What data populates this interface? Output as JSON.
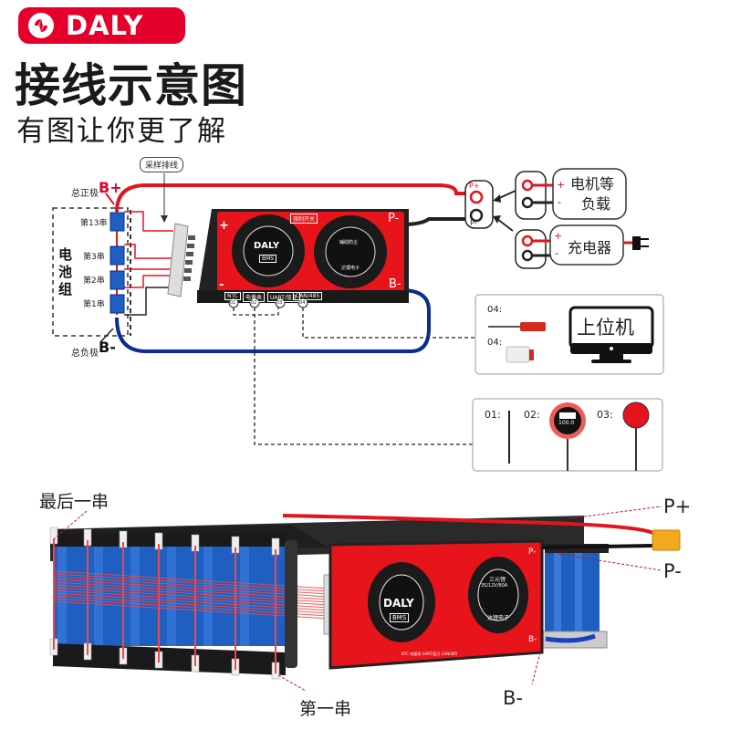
{
  "brand": {
    "name": "DALY",
    "color": "#e4002b"
  },
  "header": {
    "title": "接线示意图",
    "subtitle": "有图让你更了解"
  },
  "wiring": {
    "sample_cable_label": "采样排线",
    "positive_total": {
      "label": "总正极",
      "terminal": "B+"
    },
    "negative_total": {
      "label": "总负极",
      "terminal": "B-"
    },
    "battery_group_label": [
      "电",
      "池",
      "组"
    ],
    "cells": [
      "第13串",
      "第3串",
      "第2串",
      "第1串"
    ],
    "bms": {
      "logo_text": "DALY",
      "badge_text": "BMS",
      "switch_label": "强制开关",
      "fan_label_title": "辅助防尘",
      "fan_label_footer": "达锂电子",
      "plus_sign": "+",
      "minus_sign": "-",
      "p_minus": "P-",
      "b_minus": "B-",
      "ports": [
        {
          "num": "01",
          "label": "NTC"
        },
        {
          "num": "02",
          "label": "电量表"
        },
        {
          "num": "03",
          "label": "UART/蓝牙"
        },
        {
          "num": "04",
          "label": "CAN/485"
        }
      ]
    },
    "output_connector": {
      "p_plus": "P+",
      "p_minus": "P-"
    },
    "load": {
      "label_line1": "电机等",
      "label_line2": "负载",
      "plus": "+",
      "minus": "-"
    },
    "charger": {
      "label": "充电器",
      "plus": "+",
      "minus": "-"
    },
    "host_box": {
      "items": [
        "04:",
        "04:"
      ],
      "monitor_label": "上位机"
    },
    "accessory_box": {
      "items": [
        "01:",
        "02:",
        "03:"
      ],
      "display_value": "100.0"
    }
  },
  "pack": {
    "last_cell_label": "最后一串",
    "first_cell_label": "第一串",
    "p_plus": "P+",
    "p_minus": "P-",
    "b_minus": "B-",
    "bms_logo_text": "DALY",
    "bms_badge_text": "BMS",
    "fan_label_title": "三元锂",
    "fan_label_spec": "3S/12V/80A",
    "fan_label_footer": "达锂电子",
    "terminal_p_minus": "P-",
    "terminal_b_minus": "B-",
    "port_strip": "NTC 电量表 UART/蓝牙 CAN/485"
  },
  "colors": {
    "red_wire": "#e4141e",
    "blue_wire": "#0a2d8f",
    "cell_blue": "#1f5fc2",
    "bms_red": "#e8141b"
  }
}
